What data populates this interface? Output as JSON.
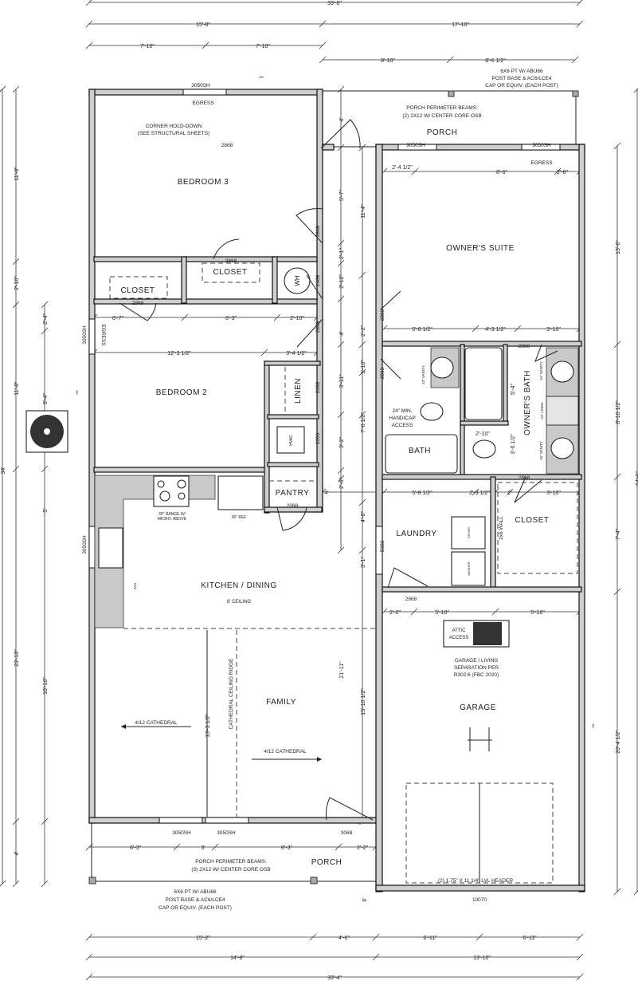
{
  "rooms": {
    "bedroom3": "BEDROOM 3",
    "bedroom2": "BEDROOM 2",
    "closet_b3": "CLOSET",
    "closet_b2": "CLOSET",
    "wh": "WH",
    "linen": "LINEN",
    "hvac": "HVAC",
    "pantry": "PANTRY",
    "kitchen": "KITCHEN / DINING",
    "kitchen_ceiling": "8' CEILING",
    "family": "FAMILY",
    "owners_suite": "OWNER'S SUITE",
    "bath": "BATH",
    "owners_bath": "OWNER'S BATH",
    "laundry": "LAUNDRY",
    "closet_os": "CLOSET",
    "garage": "GARAGE",
    "porch_top": "PORCH",
    "porch_bottom": "PORCH",
    "dryer": "DRYER",
    "washer": "WASHER",
    "attic1": "ATTIC",
    "attic2": "ACCESS"
  },
  "notes": {
    "post_top": [
      "6X6 PT W/ ABU66",
      "POST BASE & AC6/LCE4",
      "CAP OR EQUIV. (EACH POST)"
    ],
    "beams_top": [
      "PORCH PERIMETER BEAMS:",
      "(2) 2X12 W/ CENTER CORE OSB"
    ],
    "holddown": [
      "CORNER HOLD-DOWN",
      "(SEE STRUCTURAL SHEETS)"
    ],
    "egress_b3": "EGRESS",
    "egress_os": "EGRESS",
    "egress_b2": "EGRESS",
    "range": [
      "30\" RANGE W/",
      "MICRO. ABOVE"
    ],
    "ref": "36\" REF",
    "dw": "DW",
    "cathedral_left": "4/12 CATHEDRAL",
    "cathedral_right": "4/12 CATHEDRAL",
    "ridge": "CATHEDRAL CEILING RIDGE",
    "handicap": [
      "24\" MIN.",
      "HANDICAP",
      "ACCESS"
    ],
    "vanity33": "33\" VANITY",
    "vanity34a": "34\" VANITY",
    "vanity34b": "34\" VANITY",
    "linen24": "24\" LINEN",
    "wall2x6": "2x6 WALL",
    "separation": [
      "GARAGE / LIVING",
      "SEPARATION PER",
      "R302.6 (FBC 2020)"
    ],
    "lvl": "(2) 1.75\" X 11 1/4\"   LVL HEADER",
    "beams_bottom": [
      "PORCH PERIMETER BEAMS:",
      "(3) 2X12 W/ CENTER CORE OSB"
    ],
    "post_bottom": [
      "6X6 PT W/ ABU66",
      "POST BASE & AC6/LCE4",
      "CAP OR EQUIV. (EACH POST)"
    ],
    "hb1": "HB",
    "hb2": "HB",
    "hb3": "HB"
  },
  "openings": [
    "3050SH",
    "2868",
    "3050SH",
    "3050SH",
    "2868",
    "2068",
    "2868",
    "2868",
    "2868",
    "2068",
    "2050",
    "2068",
    "2868",
    "2868",
    "2868",
    "2868",
    "5080",
    "2868",
    "3050SH",
    "3050SH",
    "3050SH",
    "3050SH",
    "3068",
    "10070"
  ],
  "dimensions": {
    "top": [
      "33'-6\"",
      "15'-8\"",
      "17'-10\"",
      "7'-10\"",
      "7'-10\"",
      "8'-10\"",
      "8'-6 1/2\""
    ],
    "bottom": [
      "15'-2\"",
      "4'-6\"",
      "6'-11\"",
      "6'-11\"",
      "14'-8\"",
      "13'-10\"",
      "33'-4\""
    ],
    "left": [
      "11'-8\"",
      "2'-10\"",
      "11'-8\"",
      "2'-4\"",
      "9'-4\"",
      "5'",
      "23'-10\"",
      "18'-10\"",
      "4'",
      "34'"
    ],
    "right": [
      "13'-6\"",
      "8'-10 1/2\"",
      "7'-4\"",
      "20'-4 1/2\"",
      "54'-6\""
    ],
    "hall": [
      "4'",
      "5'-7\"",
      "11'-4\"",
      "2'-1\"",
      "2'-10\"",
      "4'",
      "3'-11\"",
      "3'-2\"",
      "2'-6\"",
      "4'-8\"",
      "3'-1\"",
      "21'-11\"",
      "15'-10 1/2\"",
      "2'-2\"",
      "1'-10\"",
      "7'-0 1/2\""
    ],
    "interior": [
      "2'-4 1/2\"",
      "8'-6\"",
      "2'-8\"",
      "6'-7\"",
      "6'-3\"",
      "2'-10\"",
      "12'-3 1/2\"",
      "3'-4 1/2\"",
      "5'-8 1/2\"",
      "4'-3 1/2\"",
      "3'-10\"",
      "2'-10\"",
      "5'-4\"",
      "3'-6 1/2\"",
      "4'",
      "5'-8 1/2\"",
      "2'-3 1/2\"",
      "2'",
      "3'-10\"",
      "2'-2\"",
      "5'-10\"",
      "5'-10\"",
      "13'-3 1/2\"",
      "6'-3\"",
      "3'",
      "8'-3\"",
      "2'-2\"",
      "6'"
    ]
  }
}
